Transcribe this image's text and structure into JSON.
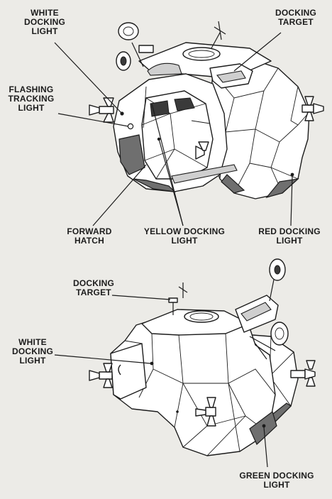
{
  "top_view": {
    "labels": [
      {
        "key": "white_docking_light",
        "lines": [
          "WHITE",
          "DOCKING",
          "LIGHT"
        ]
      },
      {
        "key": "docking_target",
        "lines": [
          "DOCKING",
          "TARGET"
        ]
      },
      {
        "key": "flashing_tracking_light",
        "lines": [
          "FLASHING",
          "TRACKING",
          "LIGHT"
        ]
      },
      {
        "key": "forward_hatch",
        "lines": [
          "FORWARD",
          "HATCH"
        ]
      },
      {
        "key": "yellow_docking_light",
        "lines": [
          "YELLOW DOCKING",
          "LIGHT"
        ]
      },
      {
        "key": "red_docking_light",
        "lines": [
          "RED DOCKING",
          "LIGHT"
        ]
      }
    ]
  },
  "bottom_view": {
    "labels": [
      {
        "key": "docking_target",
        "lines": [
          "DOCKING",
          "TARGET"
        ]
      },
      {
        "key": "white_docking_light",
        "lines": [
          "WHITE",
          "DOCKING",
          "LIGHT"
        ]
      },
      {
        "key": "green_docking_light",
        "lines": [
          "GREEN DOCKING",
          "LIGHT"
        ]
      }
    ]
  }
}
